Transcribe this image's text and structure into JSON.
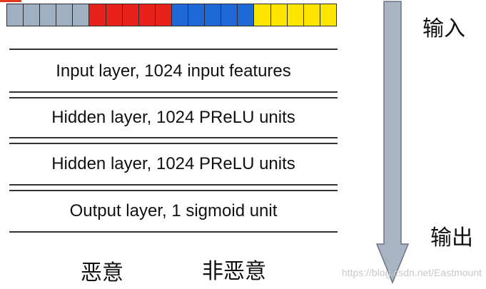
{
  "feature_strip": {
    "groups": [
      {
        "name": "gray",
        "color": "#9eb0c2",
        "cells": 5
      },
      {
        "name": "red",
        "color": "#e8221a",
        "cells": 5
      },
      {
        "name": "blue",
        "color": "#1f68d8",
        "cells": 5
      },
      {
        "name": "yellow",
        "color": "#ffe600",
        "cells": 5
      }
    ]
  },
  "layers": [
    {
      "label": "Input layer, 1024 input features"
    },
    {
      "label": "Hidden layer, 1024 PReLU units"
    },
    {
      "label": "Hidden layer, 1024 PReLU units"
    },
    {
      "label": "Output layer, 1 sigmoid unit"
    }
  ],
  "flow": {
    "input_label": "输入",
    "output_label": "输出",
    "arrow_color": "#a8b4c4"
  },
  "class_labels": {
    "malicious": "恶意",
    "benign": "非恶意"
  },
  "watermark": "https://blog.csdn.net/Eastmount"
}
